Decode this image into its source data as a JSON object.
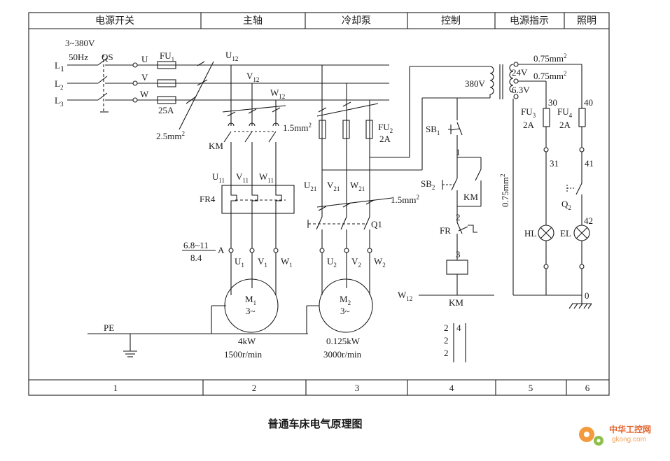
{
  "header": [
    "电源开关",
    "主轴",
    "冷却泵",
    "控制",
    "电源指示",
    "照明"
  ],
  "footer": [
    "1",
    "2",
    "3",
    "4",
    "5",
    "6"
  ],
  "title": "普通车床电气原理图",
  "supply": {
    "voltage": "3~380V",
    "freq": "50Hz",
    "qs": "QS",
    "lines": [
      "L",
      "L",
      "L"
    ],
    "line_subs": [
      "1",
      "2",
      "3"
    ],
    "phases": [
      "U",
      "V",
      "W"
    ]
  },
  "fu1": {
    "name": "FU",
    "sub": "1",
    "rating": "25A"
  },
  "wire_main": "2.5mm",
  "sq": "2",
  "bus": {
    "u12": "U",
    "v12": "V",
    "w12": "W",
    "sub": "12"
  },
  "km_label": "KM",
  "fr_block": {
    "name": "FR4",
    "u": "U",
    "v": "V",
    "w": "W",
    "sub": "11"
  },
  "motor1": {
    "name": "M",
    "sub": "1",
    "type": "3~",
    "power": "4kW",
    "speed": "1500r/min",
    "term_a": "A",
    "u": "U",
    "v": "V",
    "w": "W",
    "tsub": "1",
    "fr_num": "6.8~11",
    "fr_den": "8.4"
  },
  "pump": {
    "wire": "1.5mm",
    "fu_name": "FU",
    "fu_sub": "2",
    "fu_rating": "2A",
    "u": "U",
    "v": "V",
    "w": "W",
    "sub": "21",
    "wire2": "1.5mm",
    "switch": "Q1"
  },
  "motor2": {
    "name": "M",
    "sub": "2",
    "type": "3~",
    "power": "0.125kW",
    "speed": "3000r/min",
    "u": "U",
    "v": "V",
    "w": "W",
    "tsub": "2"
  },
  "pe": "PE",
  "control": {
    "trans_in": "380V",
    "sb1": "SB",
    "sb1_sub": "1",
    "n1": "1",
    "sb2": "SB",
    "sb2_sub": "2",
    "km": "KM",
    "n2": "2",
    "fr": "FR",
    "n3": "3",
    "w12": "W",
    "w12_sub": "12",
    "coil": "KM",
    "contacts": [
      "2",
      "2",
      "2"
    ],
    "contact_right": "4"
  },
  "indicator": {
    "wire1": "0.75mm",
    "v24": "24V",
    "wire2": "0.75mm",
    "v63": "6.3V",
    "wire_v": "0.75mm",
    "fu3": "FU",
    "fu3_sub": "3",
    "fu3_rating": "2A",
    "n30": "30",
    "n31": "31",
    "hl": "HL",
    "zero": "0"
  },
  "lighting": {
    "fu4": "FU",
    "fu4_sub": "4",
    "fu4_rating": "2A",
    "n40": "40",
    "n41": "41",
    "q2": "Q",
    "q2_sub": "2",
    "n42": "42",
    "el": "EL"
  },
  "watermark": {
    "brand": "中华工控网",
    "site": "gkong.com"
  }
}
